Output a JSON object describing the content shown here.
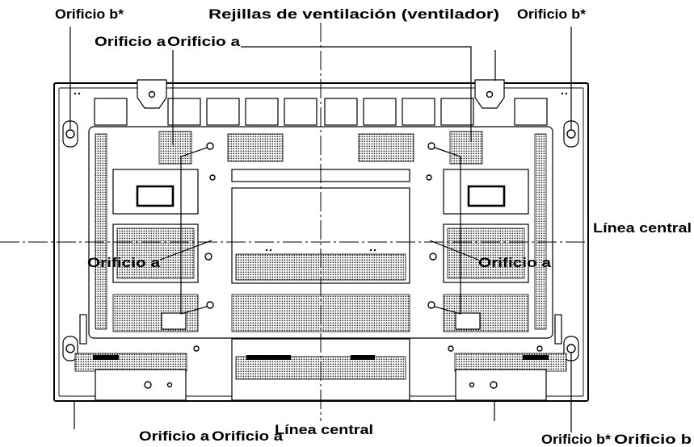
{
  "diagram": {
    "labels": {
      "hole_b_top_left": "Orificio b*",
      "vent_grilles": "Rejillas de ventilación (ventilador)",
      "hole_b_top_right": "Orificio b*",
      "hole_a_top_1": "Orificio a",
      "hole_a_top_2": "Orificio a",
      "center_line_right": "Línea central",
      "hole_a_left": "Orificio a",
      "hole_a_right": "Orificio a",
      "hole_a_bottom_1": "Orificio a",
      "hole_a_bottom_2": "Orificio a",
      "center_line_bottom": "Línea central",
      "hole_b_bottom_right_1": "Orificio b*",
      "hole_b_bottom_right_2": "Orificio b"
    }
  },
  "colors": {
    "ink": "#000000",
    "background": "#ffffff",
    "grille": "#222222"
  }
}
